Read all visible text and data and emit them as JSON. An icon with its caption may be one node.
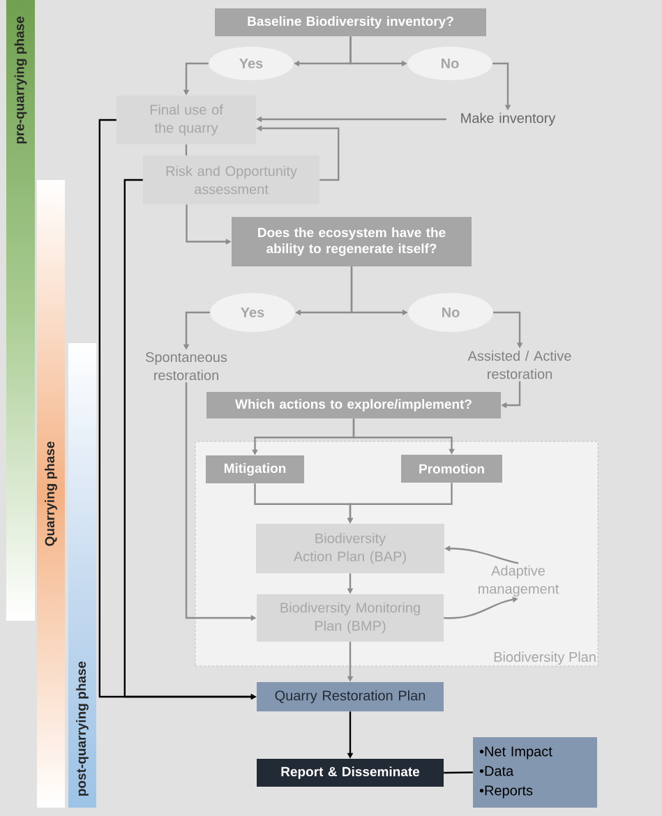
{
  "diagram": {
    "nodes": [
      {
        "text": [
          "pre-quarrying phase"
        ]
      },
      {
        "text": [
          "Quarrying phase"
        ]
      },
      {
        "text": [
          "post-quarrying phase"
        ]
      },
      {
        "text": [
          "Baseline Biodiversity inventory?"
        ]
      },
      {
        "text": [
          "Yes"
        ]
      },
      {
        "text": [
          "No"
        ]
      },
      {
        "text": [
          "Final use of the quarry"
        ]
      },
      {
        "text": [
          "Make inventory"
        ]
      },
      {
        "text": [
          "Risk and Opportunity assessment"
        ]
      },
      {
        "text": [
          "Does the ecosystem have the ability to regenerate itself?"
        ]
      },
      {
        "text": [
          "Yes"
        ]
      },
      {
        "text": [
          "No"
        ]
      },
      {
        "text": [
          "Spontaneous restoration"
        ]
      },
      {
        "text": [
          "Assisted / Active restoration"
        ]
      },
      {
        "text": [
          "Which actions to explore/implement?"
        ]
      },
      {
        "text": [
          "Biodiversity Plan"
        ]
      },
      {
        "text": [
          "Mitigation"
        ],
        "in": 15
      },
      {
        "text": [
          "Promotion"
        ],
        "in": 15
      },
      {
        "text": [
          "Biodiversity Action Plan (BAP)"
        ],
        "in": 15
      },
      {
        "text": [
          "Adaptive management"
        ],
        "in": 15
      },
      {
        "text": [
          "Biodiversity Monitoring Plan (BMP)"
        ],
        "in": 15
      },
      {
        "text": [
          "Quarry Restoration Plan"
        ]
      },
      {
        "text": [
          "Report & Disseminate"
        ]
      },
      {
        "text": [
          "•Net Impact",
          "•Data",
          "•Reports"
        ]
      }
    ],
    "edges": [
      {
        "from": 3,
        "to": 4,
        "arrow": "to"
      },
      {
        "from": 3,
        "to": 5,
        "arrow": "to"
      },
      {
        "from": 4,
        "to": 6,
        "arrow": "to"
      },
      {
        "from": 5,
        "to": 7,
        "arrow": "to"
      },
      {
        "from": 7,
        "to": 6,
        "arrow": "to"
      },
      {
        "from": 6,
        "to": 8,
        "arrow": "none"
      },
      {
        "from": 8,
        "to": 6,
        "arrow": "to"
      },
      {
        "from": 8,
        "to": 9,
        "arrow": "to"
      },
      {
        "from": 9,
        "to": 10,
        "arrow": "to"
      },
      {
        "from": 9,
        "to": 11,
        "arrow": "to"
      },
      {
        "from": 10,
        "to": 12,
        "arrow": "to"
      },
      {
        "from": 11,
        "to": 13,
        "arrow": "to"
      },
      {
        "from": 13,
        "to": 14,
        "arrow": "to"
      },
      {
        "from": 14,
        "to": 16,
        "arrow": "to"
      },
      {
        "from": 14,
        "to": 17,
        "arrow": "to"
      },
      {
        "from": 16,
        "to": 18,
        "arrow": "to"
      },
      {
        "from": 17,
        "to": 18,
        "arrow": "to"
      },
      {
        "from": 18,
        "to": 20,
        "arrow": "to"
      },
      {
        "from": 12,
        "to": 20,
        "arrow": "to"
      },
      {
        "from": 20,
        "to": 19,
        "arrow": "to"
      },
      {
        "from": 19,
        "to": 18,
        "arrow": "to"
      },
      {
        "from": 20,
        "to": 21,
        "arrow": "to"
      },
      {
        "from": 6,
        "to": 21,
        "arrow": "to",
        "color": "#000000"
      },
      {
        "from": 8,
        "to": 21,
        "arrow": "to",
        "color": "#000000"
      },
      {
        "from": 21,
        "to": 22,
        "arrow": "to",
        "color": "#000000"
      },
      {
        "from": 22,
        "to": 23,
        "arrow": "none",
        "color": "#000000"
      }
    ]
  }
}
